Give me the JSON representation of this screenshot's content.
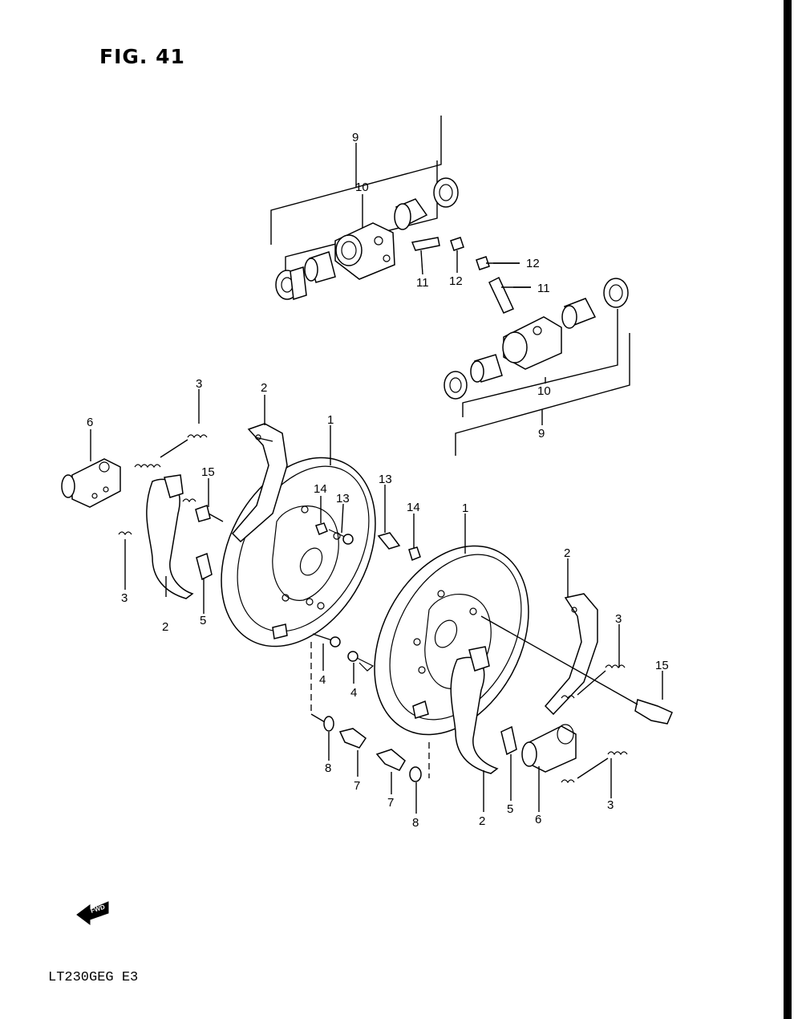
{
  "figure": {
    "title": "FIG. 41",
    "model_code": "LT230GEG  E3",
    "fwd_label": "FWD"
  },
  "callouts": {
    "c1a": "1",
    "c1b": "1",
    "c2a": "2",
    "c2b": "2",
    "c2c": "2",
    "c2d": "2",
    "c3a": "3",
    "c3b": "3",
    "c3c": "3",
    "c3d": "3",
    "c4a": "4",
    "c4b": "4",
    "c5a": "5",
    "c5b": "5",
    "c6a": "6",
    "c6b": "6",
    "c7a": "7",
    "c7b": "7",
    "c8a": "8",
    "c8b": "8",
    "c9a": "9",
    "c9b": "9",
    "c10a": "10",
    "c10b": "10",
    "c11a": "11",
    "c11b": "11",
    "c12a": "12",
    "c12b": "12",
    "c13a": "13",
    "c13b": "13",
    "c14a": "14",
    "c14b": "14",
    "c15a": "15",
    "c15b": "15"
  }
}
